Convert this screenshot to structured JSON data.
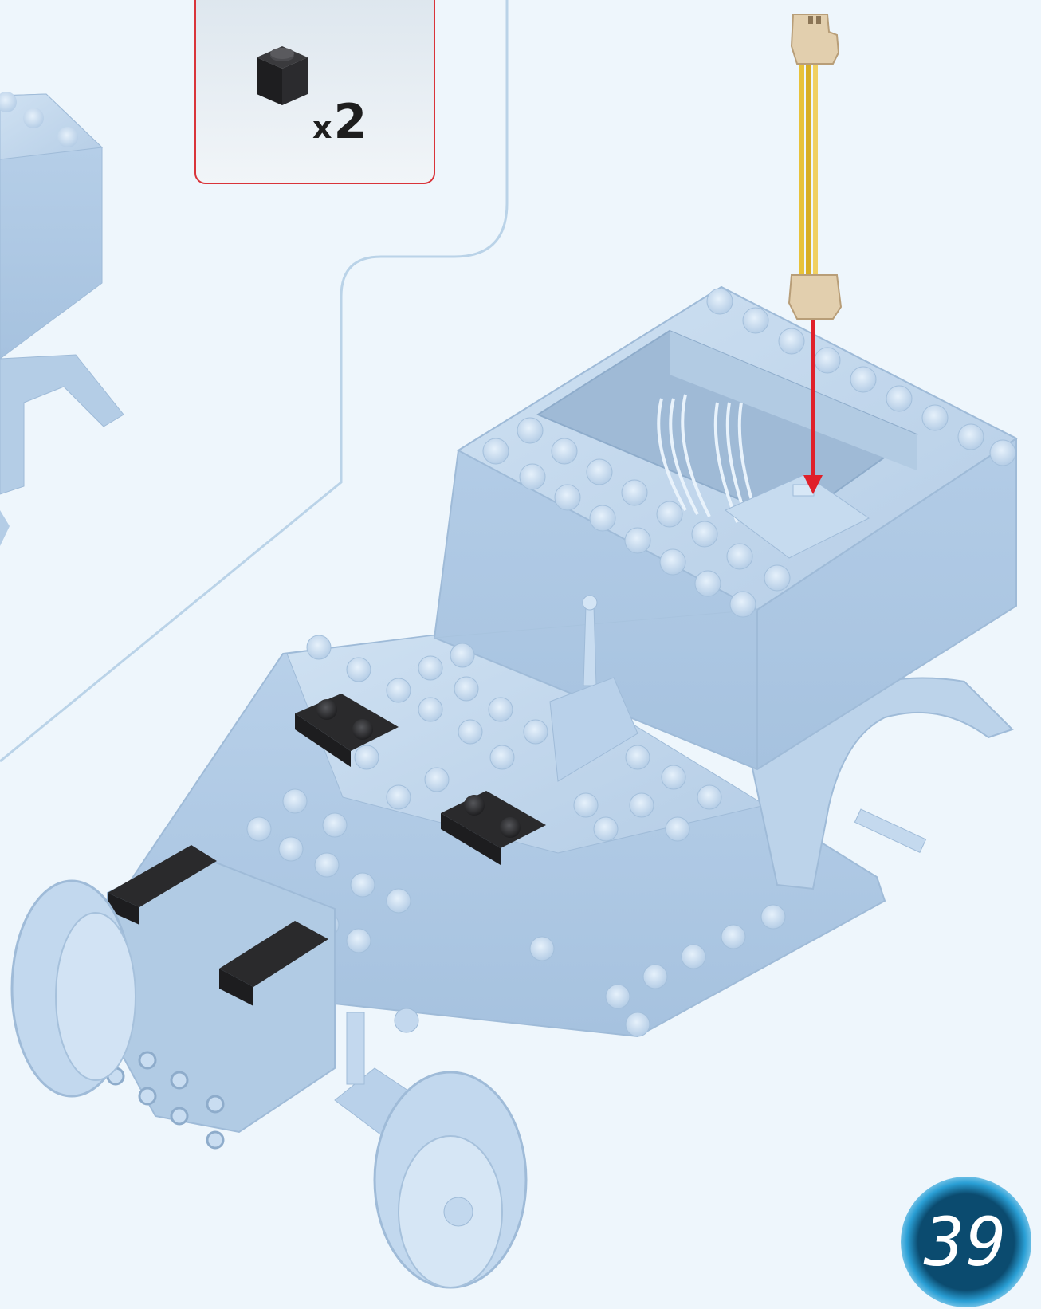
{
  "parts_callout": {
    "part_name": "black-1x1-brick",
    "quantity_prefix": "x",
    "quantity": "2"
  },
  "step": {
    "number": "39"
  },
  "colors": {
    "model_light_blue": "#b8d2ea",
    "callout_border": "#d9343a",
    "insert_arrow": "#e0202a",
    "cable_yellow": "#e8c23a",
    "connector_beige": "#e2cfae",
    "black_part": "#2a2a2c",
    "badge_navy": "#0b4b6f",
    "badge_glow": "#2a9fd5"
  },
  "icons": [
    "black-1x1-brick-icon",
    "cable-icon",
    "insert-arrow-icon",
    "robot-cart-model"
  ]
}
